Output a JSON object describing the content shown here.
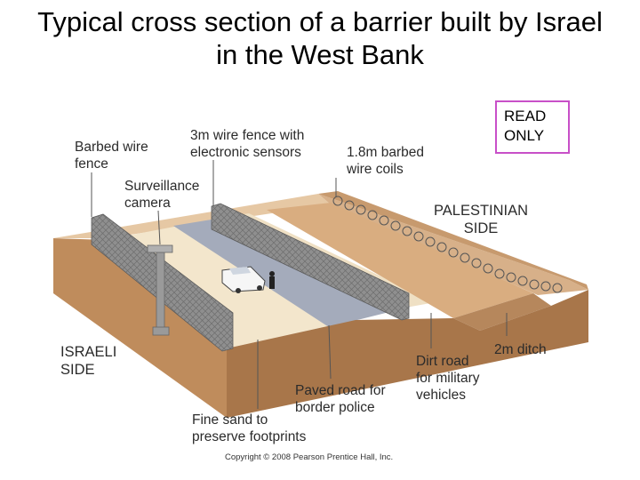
{
  "title": "Typical cross section of a barrier built by Israel in the West Bank",
  "badge": "READ\nONLY",
  "labels": {
    "barbed_wire_fence": "Barbed wire\nfence",
    "wire_fence": "3m wire fence with\nelectronic sensors",
    "barbed_coils": "1.8m barbed\nwire coils",
    "surveillance": "Surveillance\ncamera",
    "palestinian_side": "PALESTINIAN\nSIDE",
    "israeli_side": "ISRAELI\nSIDE",
    "ditch": "2m  ditch",
    "dirt_road": "Dirt road\nfor military\nvehicles",
    "paved_road": "Paved road for\nborder police",
    "fine_sand": "Fine sand to\npreserve footprints"
  },
  "copyright": "Copyright © 2008 Pearson Prentice Hall, Inc.",
  "colors": {
    "ground_top": "#e6c8a4",
    "sand": "#f3e6cc",
    "paved_road": "#a4abbb",
    "soil_front": "#bf8c5c",
    "fence": "#8d8d8d"
  }
}
